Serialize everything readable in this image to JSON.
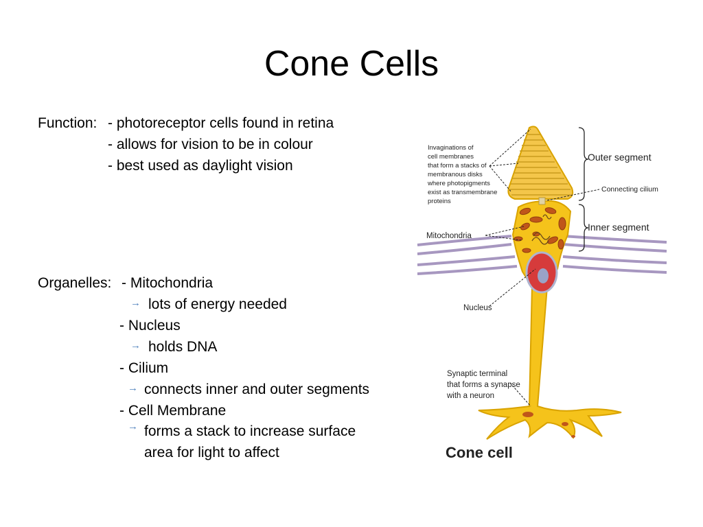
{
  "slide": {
    "title": "Cone Cells",
    "function": {
      "label": "Function:",
      "items": [
        "- photoreceptor cells found in retina",
        "- allows for vision to be in colour",
        "- best used as daylight vision"
      ]
    },
    "organelles": {
      "label": "Organelles:",
      "items": [
        {
          "name": "- Mitochondria",
          "detail": "lots of energy needed"
        },
        {
          "name": "- Nucleus",
          "detail": "holds DNA"
        },
        {
          "name": "- Cilium",
          "detail": "connects inner and outer segments"
        },
        {
          "name": "- Cell Membrane",
          "detail_lines": [
            "forms a stack to increase surface",
            "area for light to affect"
          ]
        }
      ]
    },
    "arrow_icon": "→",
    "arrow_color": "#4f81bd"
  },
  "diagram": {
    "caption": "Cone cell",
    "invagination_lines": [
      "Invaginations of",
      "cell membranes",
      "that form a stacks of",
      "membranous disks",
      "where photopigments",
      "exist as transmembrane",
      "proteins"
    ],
    "outer_segment": "Outer segment",
    "connecting_cilium": "Connecting cilium",
    "inner_segment": "Inner segment",
    "mitochondria": "Mitochondria",
    "nucleus": "Nucleus",
    "synaptic_lines": [
      "Synaptic terminal",
      "that forms a synapse",
      "with a neuron"
    ],
    "colors": {
      "cell_fill": "#f5c31b",
      "cell_stroke": "#d9a300",
      "outer_segment_fill": "#f4c64a",
      "mitochondria": "#c0561a",
      "nucleus_outer": "#d63b3b",
      "nucleus_inner": "#9aa3c7",
      "membrane_bands": "#a797c0"
    }
  }
}
